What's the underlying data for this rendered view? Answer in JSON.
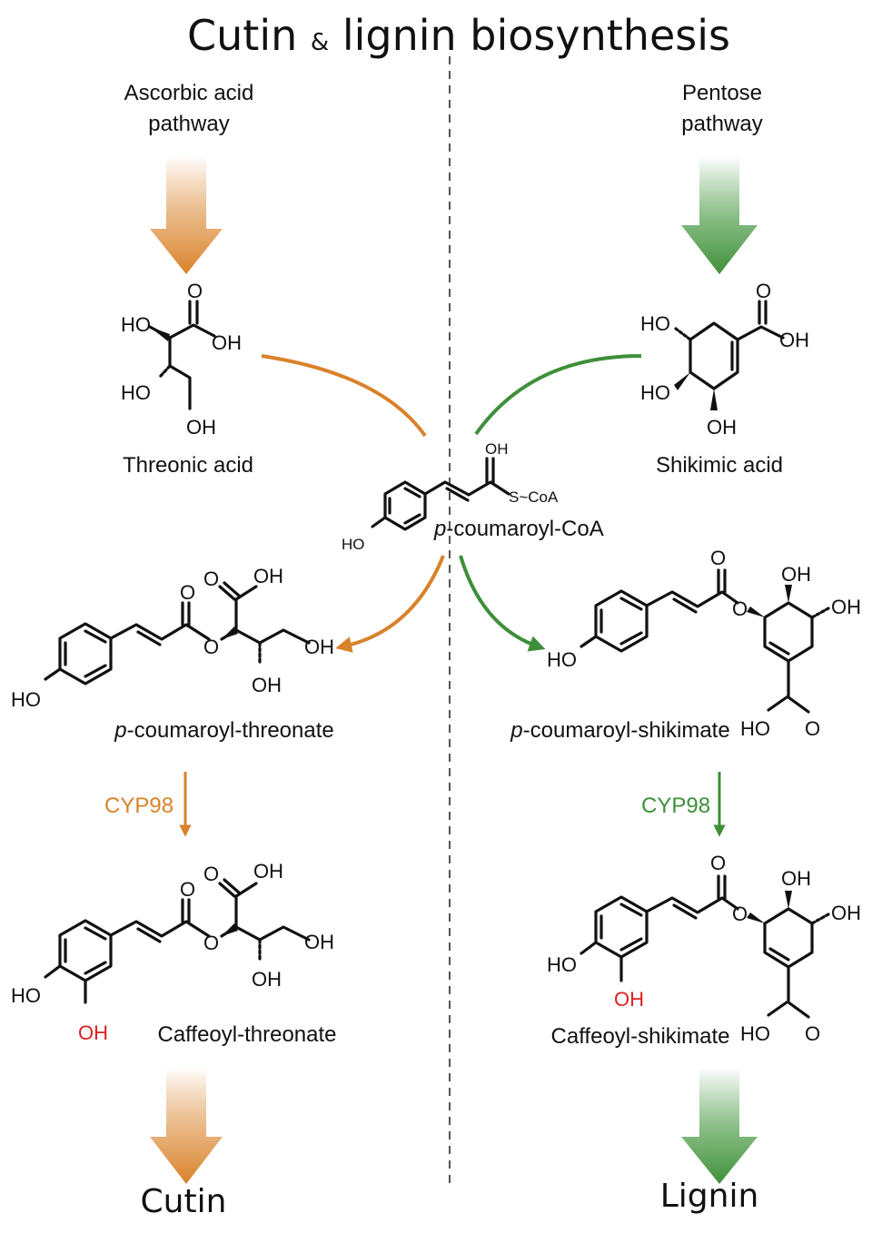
{
  "title": {
    "main": "Cutin",
    "amp": "&",
    "rest": "lignin biosynthesis"
  },
  "colors": {
    "cutin": "#d9822b",
    "lignin": "#3f8f3a",
    "red": "#e02020",
    "ink": "#111111",
    "divider": "#555555"
  },
  "sources": {
    "left_line1": "Ascorbic acid",
    "left_line2": "pathway",
    "right_line1": "Pentose",
    "right_line2": "pathway"
  },
  "compounds": {
    "threonic": "Threonic acid",
    "shikimic": "Shikimic acid",
    "coa_italic": "p",
    "coa_rest": "-coumaroyl-CoA",
    "pct_italic": "p",
    "pct_rest": "-coumaroyl-threonate",
    "pcs_italic": "p",
    "pcs_rest": "-coumaroyl-shikimate",
    "caffeoyl_threonate": "Caffeoyl-threonate",
    "caffeoyl_shikimate": "Caffeoyl-shikimate"
  },
  "atoms": {
    "O": "O",
    "OH": "OH",
    "HO": "HO",
    "SCoA": "S~CoA"
  },
  "enzymes": {
    "left": "CYP98",
    "right": "CYP98"
  },
  "products": {
    "left": "Cutin",
    "right": "Lignin"
  }
}
